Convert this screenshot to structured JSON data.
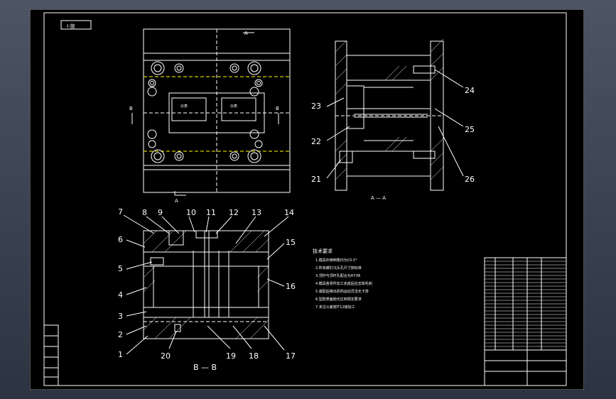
{
  "view_labels": {
    "top_view": "I-放",
    "section_a": "A — A",
    "section_b": "B — B",
    "arrow_a": "A",
    "arrow_b": "B"
  },
  "part_numbers": [
    "1",
    "2",
    "3",
    "4",
    "5",
    "6",
    "7",
    "8",
    "9",
    "10",
    "11",
    "12",
    "13",
    "14",
    "15",
    "16",
    "17",
    "18",
    "19",
    "20",
    "21",
    "22",
    "23",
    "24",
    "25",
    "26"
  ],
  "tech_requirements": {
    "title": "技术要求",
    "lines": [
      "1.模具外棱倒角均为C0.5°",
      "2.所有螺钉沉头孔尺寸按标准",
      "3.顶杆与顶杆孔配合为H7/f6",
      "4.模具各零件加工完成后应去除毛刺",
      "5.装配后推出机构运动灵活无卡滞",
      "6.型腔表面抛光达到规定要求",
      "7.未注公差按IT12级加工"
    ]
  },
  "colors": {
    "paper": "#000000",
    "line": "#ffffff",
    "hidden": "#ffff00",
    "green": "#30c030",
    "cyan": "#00c8c8"
  }
}
